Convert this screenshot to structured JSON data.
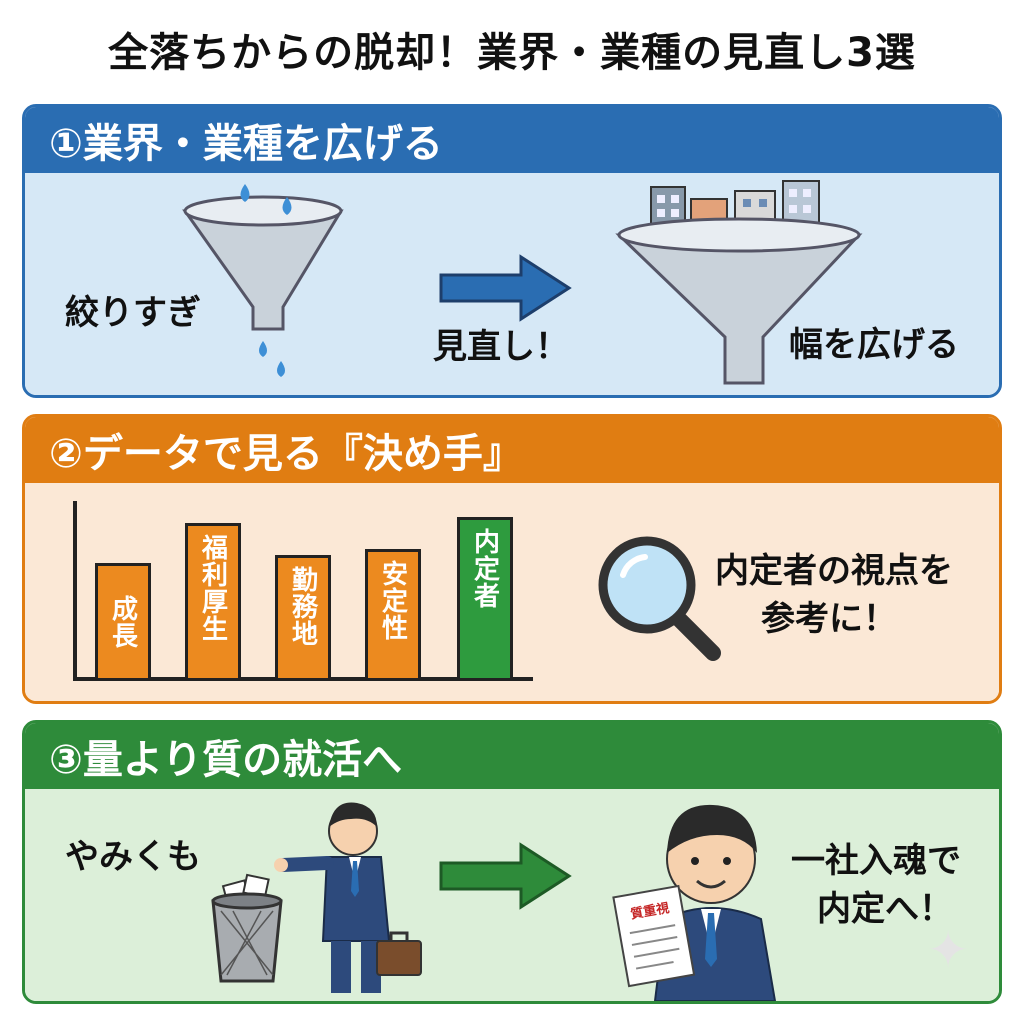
{
  "title": "全落ちからの脱却！業界・業種の見直し3選",
  "sections": [
    {
      "heading": "①業界・業種を広げる",
      "left_label": "絞りすぎ",
      "arrow_label": "見直し！",
      "right_label": "幅を広げる",
      "color": "#2a6db2"
    },
    {
      "heading": "②データで見る『決め手』",
      "bars": [
        "成長",
        "福利厚生",
        "勤務地",
        "安定性",
        "内定者"
      ],
      "callout_line1": "内定者の視点を",
      "callout_line2": "参考に！",
      "color": "#e07d12"
    },
    {
      "heading": "③量より質の就活へ",
      "left_label": "やみくも",
      "paper_label": "質重視",
      "right_line1": "一社入魂で",
      "right_line2": "内定へ！",
      "color": "#2e8b3a"
    }
  ],
  "icons": [
    "funnel-icon",
    "water-drop-icon",
    "building-icon",
    "arrow-right-icon",
    "magnifier-icon",
    "trash-bin-icon",
    "briefcase-icon",
    "businessman-icon",
    "sparkle-icon"
  ]
}
